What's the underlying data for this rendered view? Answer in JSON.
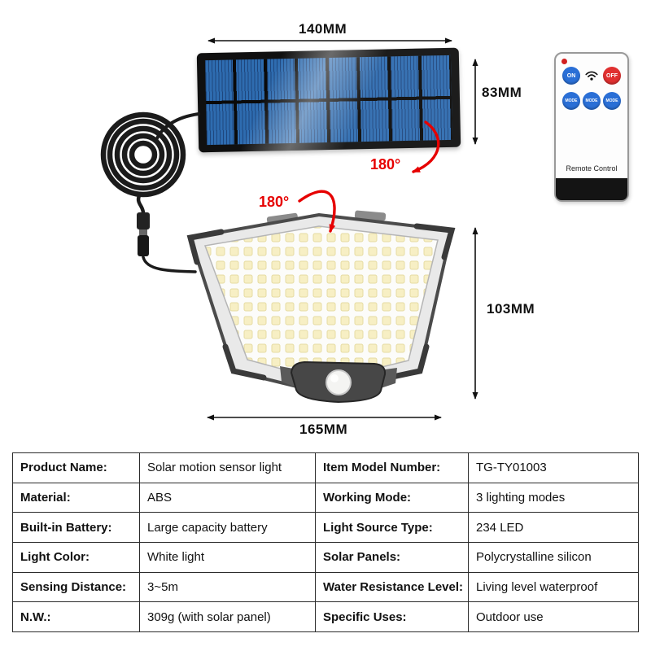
{
  "product_diagram": {
    "dim_panel_width": "140MM",
    "dim_panel_height": "83MM",
    "dim_light_height": "103MM",
    "dim_light_width": "165MM",
    "rotation_panel": "180°",
    "rotation_light": "180°"
  },
  "remote": {
    "on_label": "ON",
    "off_label": "OFF",
    "mode_label": "MODE",
    "label": "Remote Control"
  },
  "spec": {
    "left": [
      {
        "label": "Product Name:",
        "value": "Solar motion sensor light"
      },
      {
        "label": "Material:",
        "value": "ABS"
      },
      {
        "label": "Built-in Battery:",
        "value": "Large capacity battery"
      },
      {
        "label": "Light Color:",
        "value": "White light"
      },
      {
        "label": "Sensing Distance:",
        "value": "3~5m"
      },
      {
        "label": "N.W.:",
        "value": "309g (with solar panel)"
      }
    ],
    "right": [
      {
        "label": "Item Model Number:",
        "value": "TG-TY01003"
      },
      {
        "label": "Working Mode:",
        "value": "3 lighting modes"
      },
      {
        "label": "Light Source Type:",
        "value": "234 LED"
      },
      {
        "label": "Solar Panels:",
        "value": "Polycrystalline silicon"
      },
      {
        "label": "Water Resistance Level:",
        "value": "Living level waterproof"
      },
      {
        "label": "Specific Uses:",
        "value": "Outdoor use"
      }
    ]
  },
  "colors": {
    "accent_red": "#e60000",
    "button_blue": "#2a6fd6",
    "button_red": "#e03030",
    "solar_blue": "#2e6cb0"
  }
}
